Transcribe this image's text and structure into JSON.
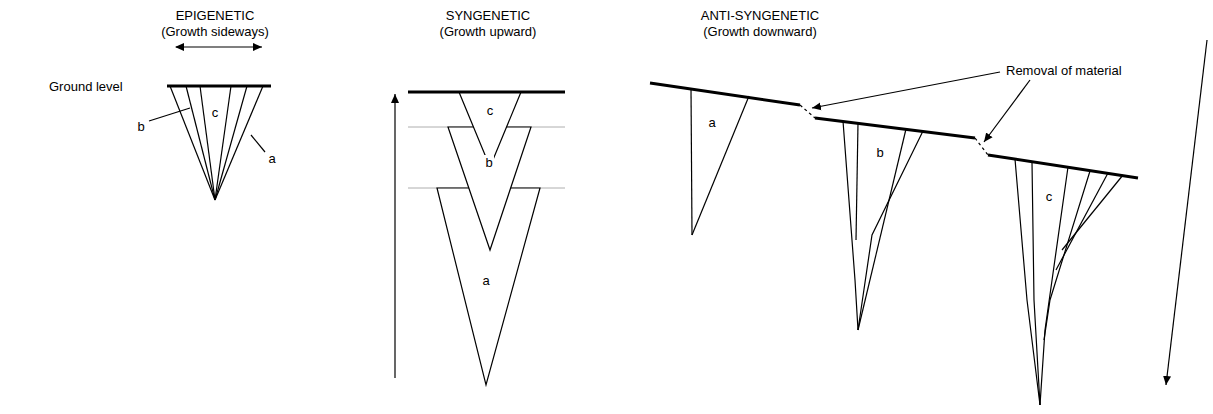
{
  "diagram": {
    "labels": [
      "EPIGENETIC",
      "(Growth sideways)",
      "SYNGENETIC",
      "(Growth upward)",
      "ANTI-SYNGENETIC",
      "(Growth downward)",
      "Ground level",
      "c",
      "b",
      "a",
      "c",
      "b",
      "a",
      "a",
      "b",
      "c",
      "Removal of material"
    ]
  }
}
